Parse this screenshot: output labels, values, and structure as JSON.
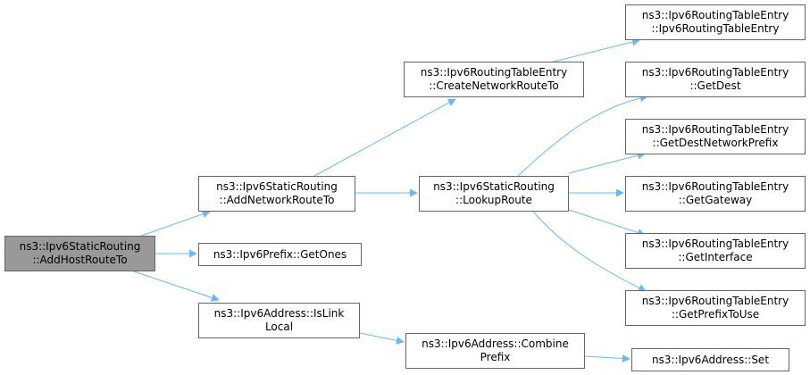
{
  "graph": {
    "edge_color": "#63b8ff",
    "root_fill": "#999999",
    "node_border": "#666666",
    "nodes": {
      "add_host_route_to": {
        "lines": [
          "ns3::Ipv6StaticRouting",
          "::AddHostRouteTo"
        ]
      },
      "add_network_route_to": {
        "lines": [
          "ns3::Ipv6StaticRouting",
          "::AddNetworkRouteTo"
        ]
      },
      "get_ones": {
        "lines": [
          "ns3::Ipv6Prefix::GetOnes"
        ]
      },
      "is_link_local": {
        "lines": [
          "ns3::Ipv6Address::IsLink",
          "Local"
        ]
      },
      "create_network_route_to": {
        "lines": [
          "ns3::Ipv6RoutingTableEntry",
          "::CreateNetworkRouteTo"
        ]
      },
      "lookup_route": {
        "lines": [
          "ns3::Ipv6StaticRouting",
          "::LookupRoute"
        ]
      },
      "combine_prefix": {
        "lines": [
          "ns3::Ipv6Address::Combine",
          "Prefix"
        ]
      },
      "ipv6_routing_table_entry": {
        "lines": [
          "ns3::Ipv6RoutingTableEntry",
          "::Ipv6RoutingTableEntry"
        ]
      },
      "get_dest": {
        "lines": [
          "ns3::Ipv6RoutingTableEntry",
          "::GetDest"
        ]
      },
      "get_dest_network_prefix": {
        "lines": [
          "ns3::Ipv6RoutingTableEntry",
          "::GetDestNetworkPrefix"
        ]
      },
      "get_gateway": {
        "lines": [
          "ns3::Ipv6RoutingTableEntry",
          "::GetGateway"
        ]
      },
      "get_interface": {
        "lines": [
          "ns3::Ipv6RoutingTableEntry",
          "::GetInterface"
        ]
      },
      "get_prefix_to_use": {
        "lines": [
          "ns3::Ipv6RoutingTableEntry",
          "::GetPrefixToUse"
        ]
      },
      "set": {
        "lines": [
          "ns3::Ipv6Address::Set"
        ]
      }
    }
  }
}
